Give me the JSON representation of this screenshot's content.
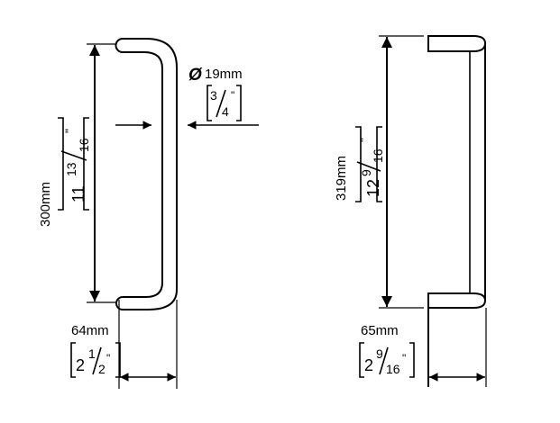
{
  "left_pull": {
    "height": {
      "metric": "300mm",
      "whole": "11",
      "num": "13",
      "den": "16",
      "inch": "\""
    },
    "diameter": {
      "symbol": "Ø",
      "metric": "19mm",
      "num": "3",
      "den": "4",
      "inch": "\""
    },
    "projection": {
      "metric": "64mm",
      "whole": "2",
      "num": "1",
      "den": "2",
      "inch": "\""
    }
  },
  "right_pull": {
    "height": {
      "metric": "319mm",
      "whole": "12",
      "num": "9",
      "den": "16",
      "inch": "\""
    },
    "projection": {
      "metric": "65mm",
      "whole": "2",
      "num": "9",
      "den": "16",
      "inch": "\""
    }
  },
  "colors": {
    "line": "#000000",
    "background": "#ffffff"
  }
}
